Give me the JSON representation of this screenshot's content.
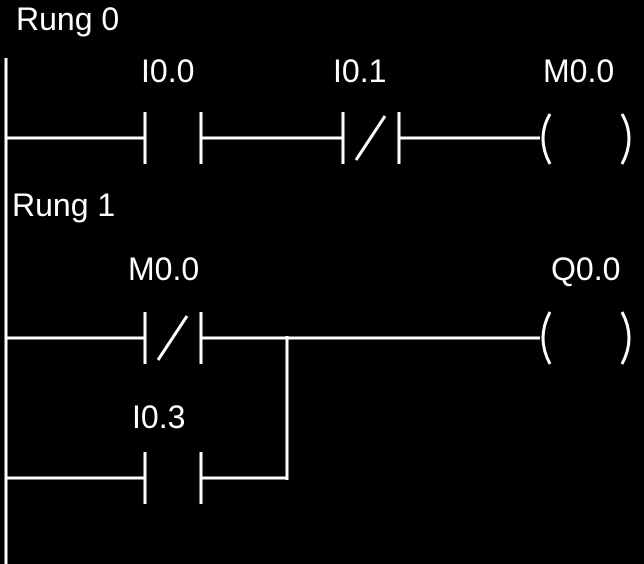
{
  "colors": {
    "background": "#000000",
    "foreground": "#ffffff"
  },
  "rungs": [
    {
      "label": "Rung 0",
      "contacts": [
        {
          "tag": "I0.0",
          "type": "normally-open"
        },
        {
          "tag": "I0.1",
          "type": "normally-closed"
        }
      ],
      "coil": {
        "tag": "M0.0"
      }
    },
    {
      "label": "Rung 1",
      "contacts": [
        {
          "tag": "M0.0",
          "type": "normally-closed"
        }
      ],
      "parallel_branch": {
        "tag": "I0.3",
        "type": "normally-open"
      },
      "coil": {
        "tag": "Q0.0"
      }
    }
  ]
}
